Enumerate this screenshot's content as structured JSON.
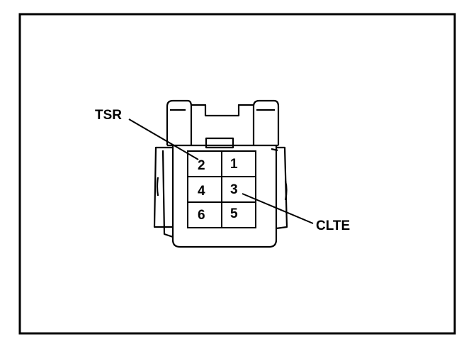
{
  "diagram": {
    "callouts": {
      "tsr": "TSR",
      "clte": "CLTE"
    },
    "pins": [
      "2",
      "1",
      "4",
      "3",
      "6",
      "5"
    ]
  },
  "colors": {
    "line": "#000000",
    "background": "#ffffff"
  }
}
